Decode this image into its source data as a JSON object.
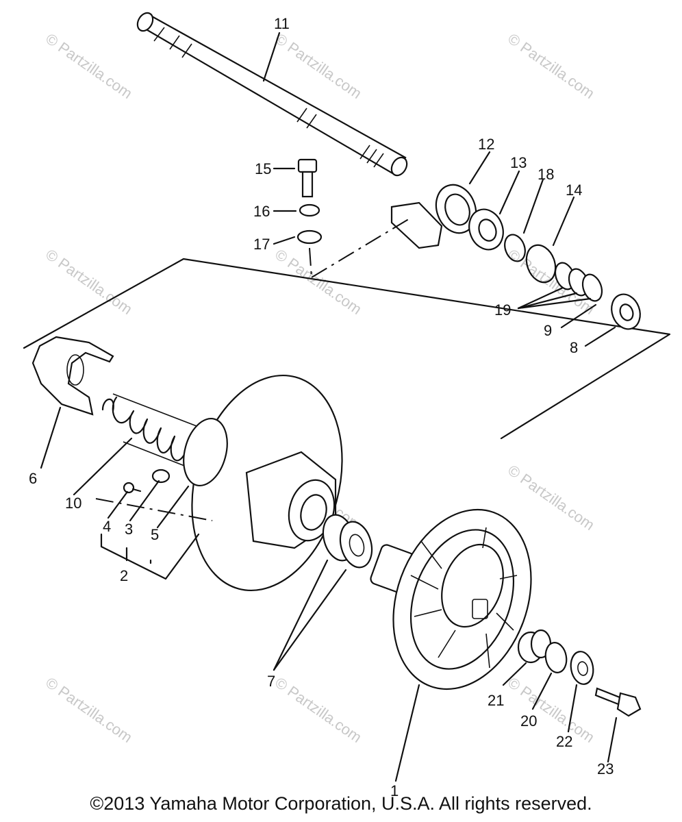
{
  "watermark": "© Partzilla.com",
  "copyright": "©2013 Yamaha Motor Corporation, U.S.A. All rights reserved.",
  "callouts": {
    "p1": "1",
    "p2": "2",
    "p3": "3",
    "p4": "4",
    "p5": "5",
    "p6": "6",
    "p7": "7",
    "p8": "8",
    "p9": "9",
    "p10": "10",
    "p11": "11",
    "p12": "12",
    "p13": "13",
    "p14": "14",
    "p15": "15",
    "p16": "16",
    "p17": "17",
    "p18": "18",
    "p19": "19",
    "p20": "20",
    "p21": "21",
    "p22": "22",
    "p23": "23"
  }
}
